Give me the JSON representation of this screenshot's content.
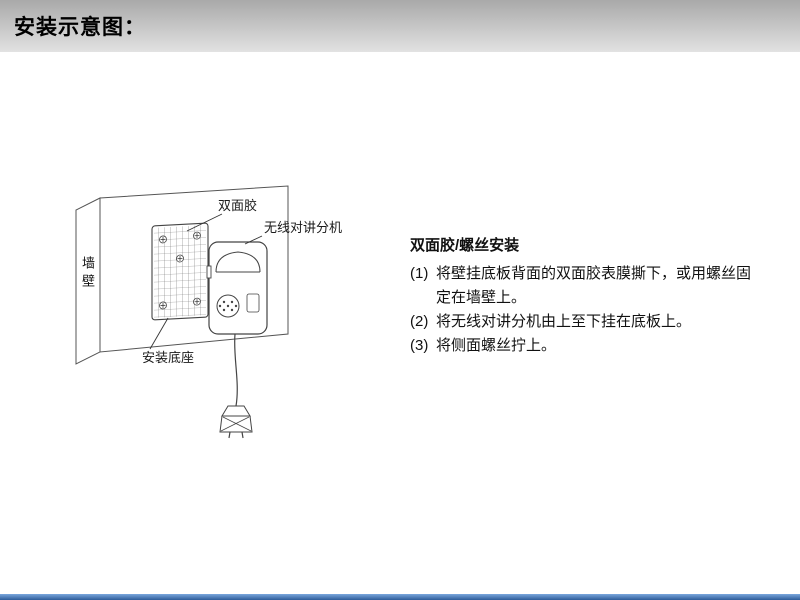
{
  "header": {
    "title": "安装示意图："
  },
  "diagram": {
    "labels": {
      "tape": "双面胶",
      "handset": "无线对讲分机",
      "wall": "墙壁",
      "base": "安装底座"
    }
  },
  "instructions": {
    "title": "双面胶/螺丝安装",
    "steps": [
      {
        "num": "(1)",
        "text": "将壁挂底板背面的双面胶表膜撕下，或用螺丝固定在墙壁上。"
      },
      {
        "num": "(2)",
        "text": "将无线对讲分机由上至下挂在底板上。"
      },
      {
        "num": "(3)",
        "text": "将侧面螺丝拧上。"
      }
    ]
  },
  "colors": {
    "header_gradient_top": "#a9a9a9",
    "header_gradient_bottom": "#e2e2e2",
    "diagram_line": "#444444",
    "bottom_bar_blue": "#2e5c99"
  }
}
